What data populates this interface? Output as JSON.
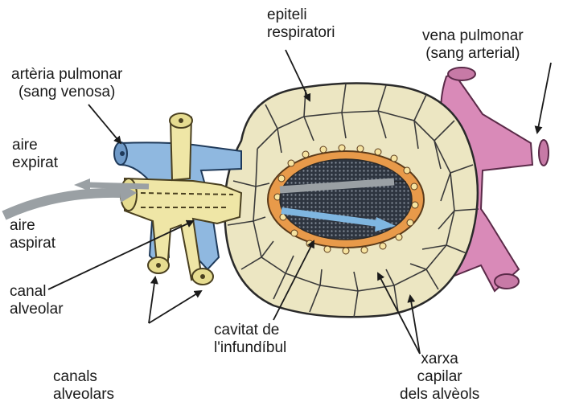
{
  "labels": {
    "epiteli": [
      "epiteli",
      "respiratori"
    ],
    "vena": [
      "vena pulmonar",
      "(sang arterial)"
    ],
    "arteria": [
      "artèria pulmonar",
      "(sang venosa)"
    ],
    "aire_expirat": [
      "aire",
      "expirat"
    ],
    "aire_aspirat": [
      "aire",
      "aspirat"
    ],
    "canal_alveolar": [
      "canal",
      "alveolar"
    ],
    "canals_alveolars": [
      "canals",
      "alveolars"
    ],
    "cavitat": [
      "cavitat de",
      "l'infundíbul"
    ],
    "xarxa": [
      "xarxa",
      "capilar",
      "dels alvèols"
    ]
  },
  "colors": {
    "artery": "#8fb8e0",
    "vein": "#d98ab8",
    "duct": "#efe6a6",
    "epithelium": "#ece6c2",
    "cell_line": "#3a3a3a",
    "cavity": "#3c4450",
    "airflow": "#9aa0a4",
    "airflow_blue": "#7fb6e0"
  }
}
